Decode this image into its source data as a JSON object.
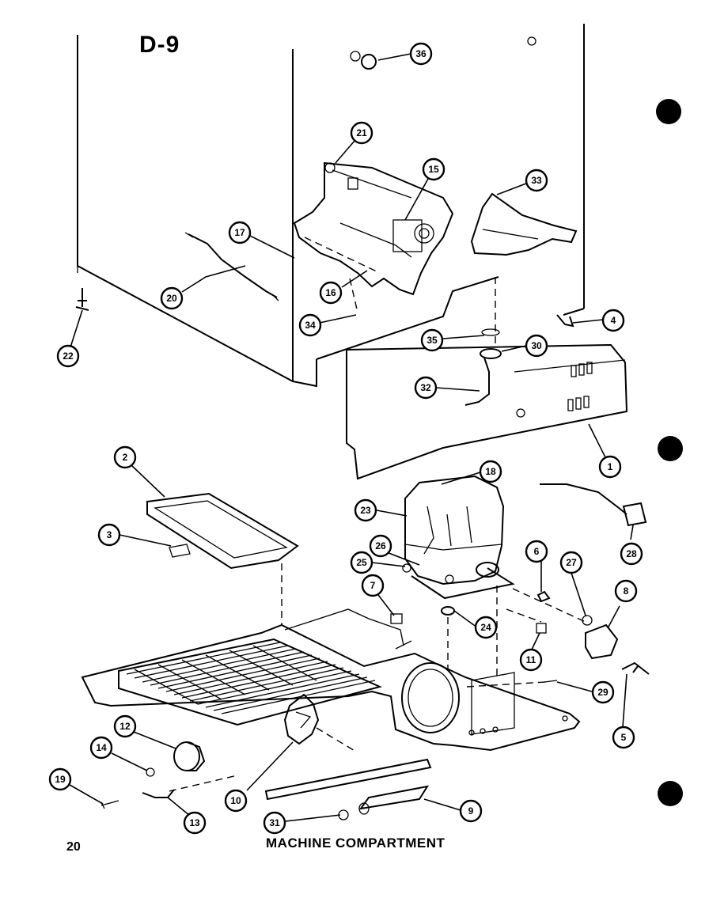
{
  "diagram": {
    "page_code": "D-9",
    "page_number": "20",
    "caption": "MACHINE COMPARTMENT"
  },
  "callouts": [
    {
      "label": "36"
    },
    {
      "label": "21"
    },
    {
      "label": "15"
    },
    {
      "label": "33"
    },
    {
      "label": "17"
    },
    {
      "label": "20"
    },
    {
      "label": "16"
    },
    {
      "label": "22"
    },
    {
      "label": "34"
    },
    {
      "label": "4"
    },
    {
      "label": "35"
    },
    {
      "label": "30"
    },
    {
      "label": "32"
    },
    {
      "label": "1"
    },
    {
      "label": "2"
    },
    {
      "label": "18"
    },
    {
      "label": "23"
    },
    {
      "label": "3"
    },
    {
      "label": "26"
    },
    {
      "label": "28"
    },
    {
      "label": "25"
    },
    {
      "label": "6"
    },
    {
      "label": "27"
    },
    {
      "label": "8"
    },
    {
      "label": "7"
    },
    {
      "label": "24"
    },
    {
      "label": "11"
    },
    {
      "label": "29"
    },
    {
      "label": "5"
    },
    {
      "label": "12"
    },
    {
      "label": "14"
    },
    {
      "label": "19"
    },
    {
      "label": "10"
    },
    {
      "label": "13"
    },
    {
      "label": "31"
    },
    {
      "label": "9"
    }
  ]
}
